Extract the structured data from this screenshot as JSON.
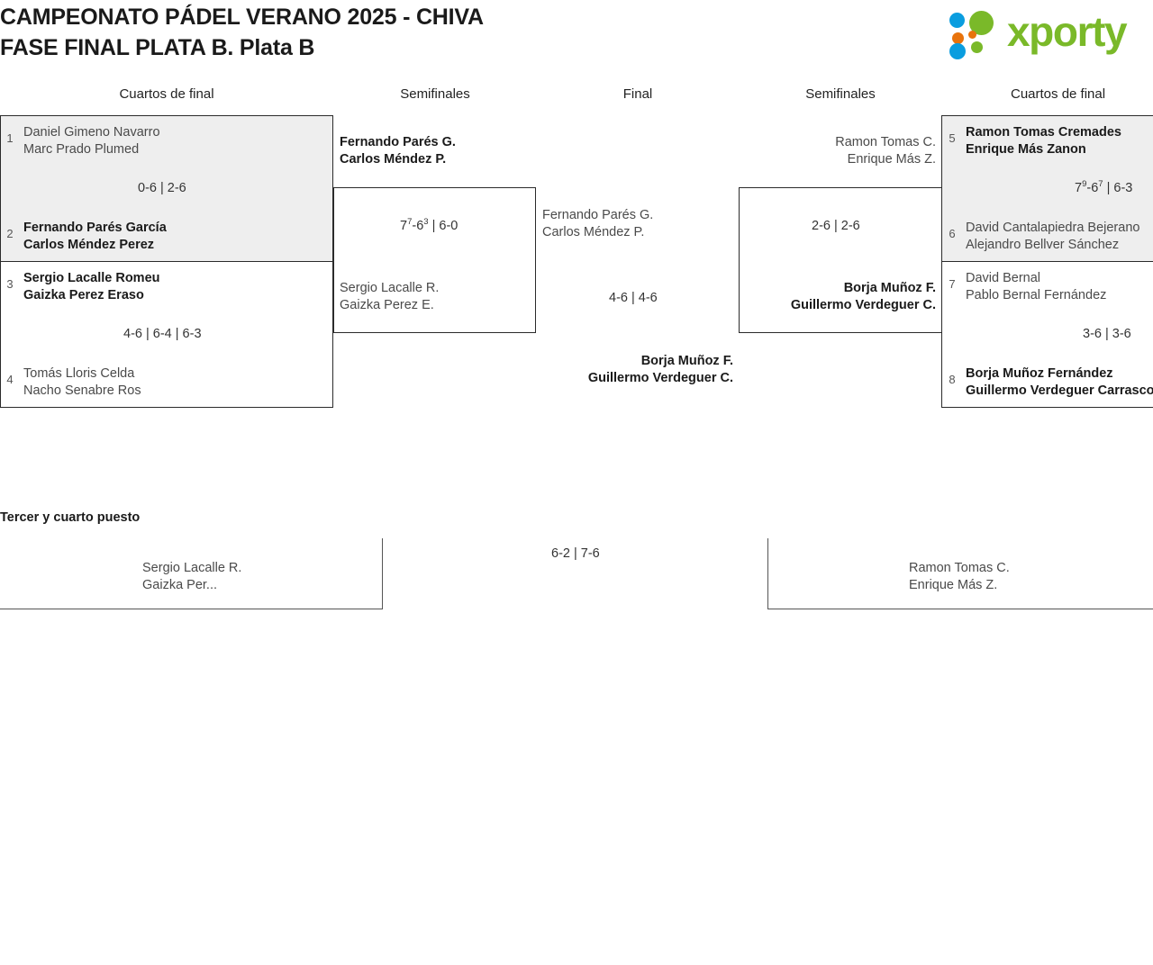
{
  "header": {
    "title_line1": "CAMPEONATO PÁDEL VERANO 2025 - CHIVA",
    "title_line2": "FASE FINAL PLATA B. Plata B",
    "logo_word": "xporty",
    "logo_colors": {
      "green": "#7ab929",
      "orange": "#e8730c",
      "blue": "#0a9ddf"
    }
  },
  "round_headers": {
    "qf_left": "Cuartos de final",
    "sf_left": "Semifinales",
    "final": "Final",
    "sf_right": "Semifinales",
    "qf_right": "Cuartos de final"
  },
  "quarterfinals_left": [
    {
      "seed_top": "1",
      "top_line1": "Daniel Gimeno Navarro",
      "top_line2": "Marc Prado Plumed",
      "top_result": "lose",
      "score": "0-6 | 2-6",
      "seed_bottom": "2",
      "bottom_line1": "Fernando Parés García",
      "bottom_line2": "Carlos Méndez Perez",
      "bottom_result": "win",
      "shaded": true
    },
    {
      "seed_top": "3",
      "top_line1": "Sergio Lacalle Romeu",
      "top_line2": "Gaizka Perez Eraso",
      "top_result": "win",
      "score": "4-6 | 6-4 | 6-3",
      "seed_bottom": "4",
      "bottom_line1": "Tomás Lloris Celda",
      "bottom_line2": "Nacho Senabre Ros",
      "bottom_result": "lose",
      "shaded": false
    }
  ],
  "semifinal_left": {
    "top_line1": "Fernando Parés G.",
    "top_line2": "Carlos Méndez P.",
    "top_result": "win",
    "score_prefix": "7",
    "score_sup1": "7",
    "score_mid": "-6",
    "score_sup2": "3",
    "score_suffix": " | 6-0",
    "score_plain": "7⁷-6³ | 6-0",
    "bottom_line1": "Sergio Lacalle R.",
    "bottom_line2": "Gaizka Perez E.",
    "bottom_result": "lose"
  },
  "final": {
    "top_line1": "Fernando Parés G.",
    "top_line2": "Carlos Méndez P.",
    "top_result": "lose",
    "score": "4-6 | 4-6",
    "bottom_line1": "Borja Muñoz F.",
    "bottom_line2": "Guillermo Verdeguer C.",
    "bottom_result": "win"
  },
  "semifinal_right": {
    "top_line1": "Ramon Tomas C.",
    "top_line2": "Enrique Más Z.",
    "top_result": "lose",
    "score": "2-6 | 2-6",
    "bottom_line1": "Borja Muñoz F.",
    "bottom_line2": "Guillermo Verdeguer C.",
    "bottom_result": "win"
  },
  "quarterfinals_right": [
    {
      "seed_top": "5",
      "top_line1": "Ramon Tomas Cremades",
      "top_line2": "Enrique Más Zanon",
      "top_result": "win",
      "score_plain": "7⁹-6⁷ | 6-3",
      "score_prefix": "7",
      "score_sup1": "9",
      "score_mid": "-6",
      "score_sup2": "7",
      "score_suffix": " | 6-3",
      "seed_bottom": "6",
      "bottom_line1": "David Cantalapiedra Bejerano",
      "bottom_line2": "Alejandro Bellver Sánchez",
      "bottom_result": "lose",
      "shaded": true
    },
    {
      "seed_top": "7",
      "top_line1": "David Bernal",
      "top_line2": "Pablo Bernal Fernández",
      "top_result": "lose",
      "score_plain": "3-6 | 3-6",
      "seed_bottom": "8",
      "bottom_line1": "Borja Muñoz Fernández",
      "bottom_line2": "Guillermo Verdeguer Carrasco",
      "bottom_result": "win",
      "shaded": false
    }
  ],
  "third_place": {
    "title": "Tercer y cuarto puesto",
    "left_line1": "Sergio Lacalle R.",
    "left_line2": "Gaizka Per...",
    "score": "6-2 | 7-6",
    "right_line1": "Ramon Tomas C.",
    "right_line2": "Enrique Más Z."
  }
}
